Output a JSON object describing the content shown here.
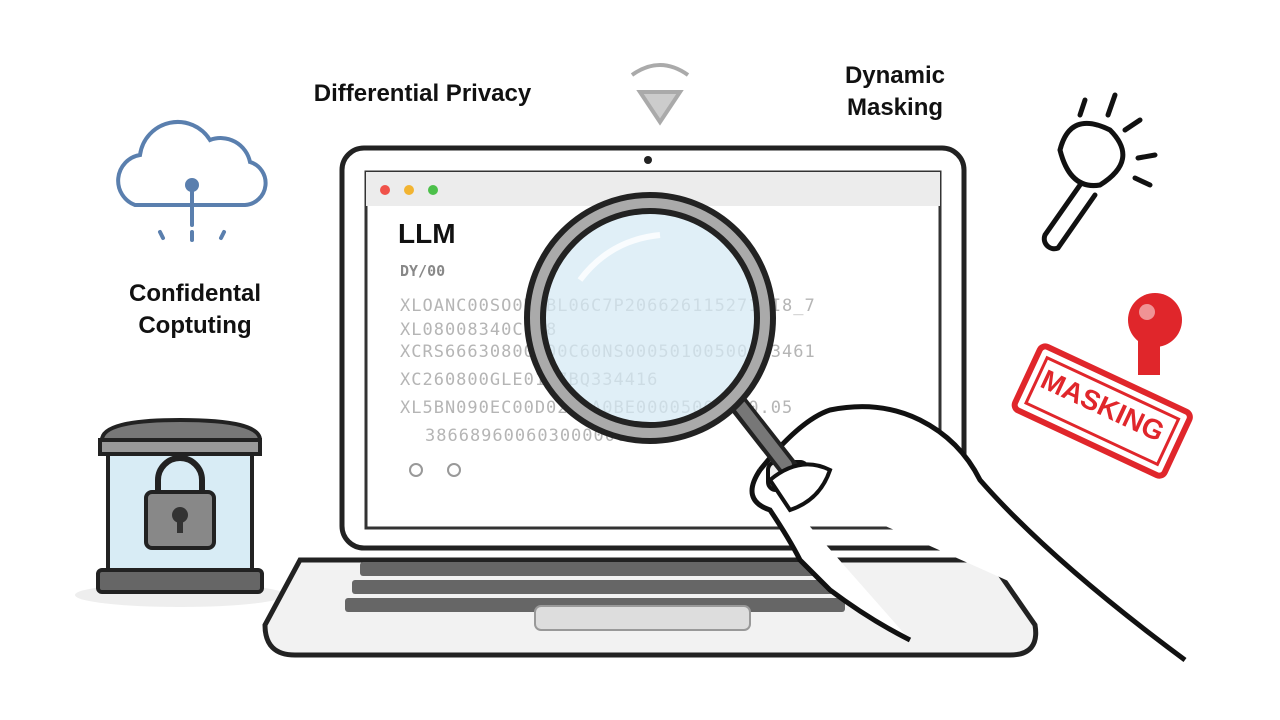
{
  "labels": {
    "differential_privacy": "Differential Privacy",
    "dynamic_masking": "Dynamic Masking",
    "confidential_computing": "Confidental Coptuting"
  },
  "screen": {
    "title": "LLM",
    "subtitle": "DY/00",
    "code_lines": [
      "XLOANC00SO0DDBL06C7P2066261152710I8_7",
      "XL08008340C028",
      "XCRS66630800100C60NS00050100500163461",
      "XC260800GLE0187BQ334416",
      "XL5BN090EC00D028CA0BE00005000000.05",
      "38668960060300000020"
    ]
  },
  "stamp": {
    "text": "MASKING"
  },
  "colors": {
    "stamp_red": "#e0262b",
    "cloud_blue": "#5a7fae",
    "lens_blue": "#d6eaf4",
    "window_red": "#f0524a",
    "window_yellow": "#f2b431",
    "window_green": "#4cc04a"
  }
}
